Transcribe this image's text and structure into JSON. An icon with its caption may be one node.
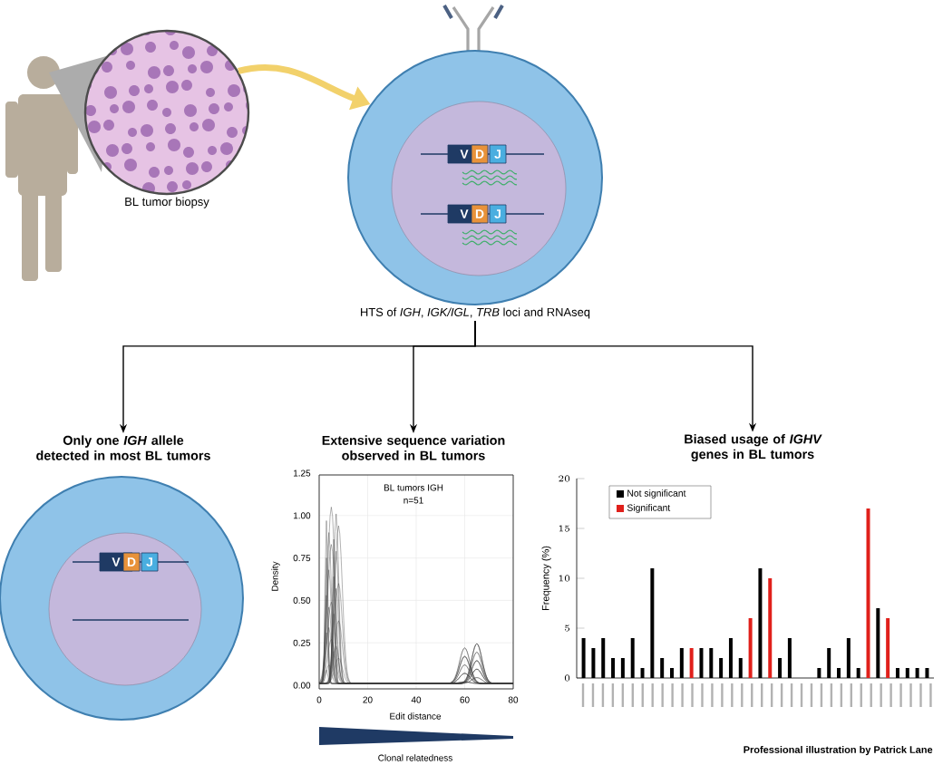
{
  "diagram": {
    "nodes": [
      {
        "text": [],
        "shape": "person"
      },
      {
        "text": [
          "BL tumor biopsy"
        ]
      },
      {
        "text": [
          "HTS of *IGH*, *IGK/IGL*, *TRB* loci and RNAseq"
        ]
      },
      {
        "text": [
          "V"
        ],
        "in": 2
      },
      {
        "text": [
          "D"
        ],
        "in": 2
      },
      {
        "text": [
          "J"
        ],
        "in": 2
      },
      {
        "text": [
          "V"
        ],
        "in": 2
      },
      {
        "text": [
          "D"
        ],
        "in": 2
      },
      {
        "text": [
          "J"
        ],
        "in": 2
      },
      {
        "text": [
          "Only one *IGH* allele detected in most BL tumors"
        ]
      },
      {
        "text": [
          "Extensive sequence variation observed in BL tumors"
        ]
      },
      {
        "text": [
          "Biased usage of *IGHV* genes in BL tumors"
        ]
      },
      {
        "text": [],
        "shape": "circle"
      },
      {
        "text": [
          "V"
        ],
        "in": 12
      },
      {
        "text": [
          "D"
        ],
        "in": 12
      },
      {
        "text": [
          "J"
        ],
        "in": 12
      }
    ],
    "edges": [
      {
        "from": 1,
        "to": 2,
        "arrow": "to",
        "style": "thick",
        "color": "#f2d16b"
      },
      {
        "from": 2,
        "to": 9,
        "arrow": "to"
      },
      {
        "from": 2,
        "to": 10,
        "arrow": "to"
      },
      {
        "from": 2,
        "to": 11,
        "arrow": "to"
      }
    ],
    "labels": [
      "BL tumors IGH",
      "n=51",
      "1.25",
      "1.00",
      "0.75",
      "0.50",
      "0.25",
      "0.00",
      "Density",
      "0",
      "20",
      "40",
      "60",
      "80",
      "Edit distance",
      "Clonal relatedness",
      "Professional illustration by Patrick Lane"
    ],
    "legend": [
      {
        "text": "Not significant",
        "color": "#000000"
      },
      {
        "text": "Significant",
        "color": "#e0201b"
      }
    ],
    "chart_data": {
      "type": "bar",
      "ylabel": "Frequency (%)",
      "ylim": [
        0,
        20
      ],
      "yticks": [
        0,
        5,
        10,
        15,
        20
      ],
      "series": [
        {
          "color": "#000000",
          "values": [
            4,
            3,
            4,
            2,
            2,
            4,
            1,
            11,
            2,
            1,
            3,
            null,
            3,
            3,
            2,
            4,
            2,
            null,
            11,
            null,
            2,
            4,
            0,
            0,
            1,
            3,
            1,
            4,
            1,
            null,
            7,
            null,
            1,
            1,
            1,
            1
          ]
        },
        {
          "color": "#e0201b",
          "values": [
            null,
            null,
            null,
            null,
            null,
            null,
            null,
            null,
            null,
            null,
            null,
            3,
            null,
            null,
            null,
            null,
            null,
            6,
            null,
            10,
            null,
            null,
            null,
            null,
            null,
            null,
            null,
            null,
            null,
            17,
            null,
            6,
            null,
            null,
            null,
            null
          ]
        }
      ]
    }
  }
}
